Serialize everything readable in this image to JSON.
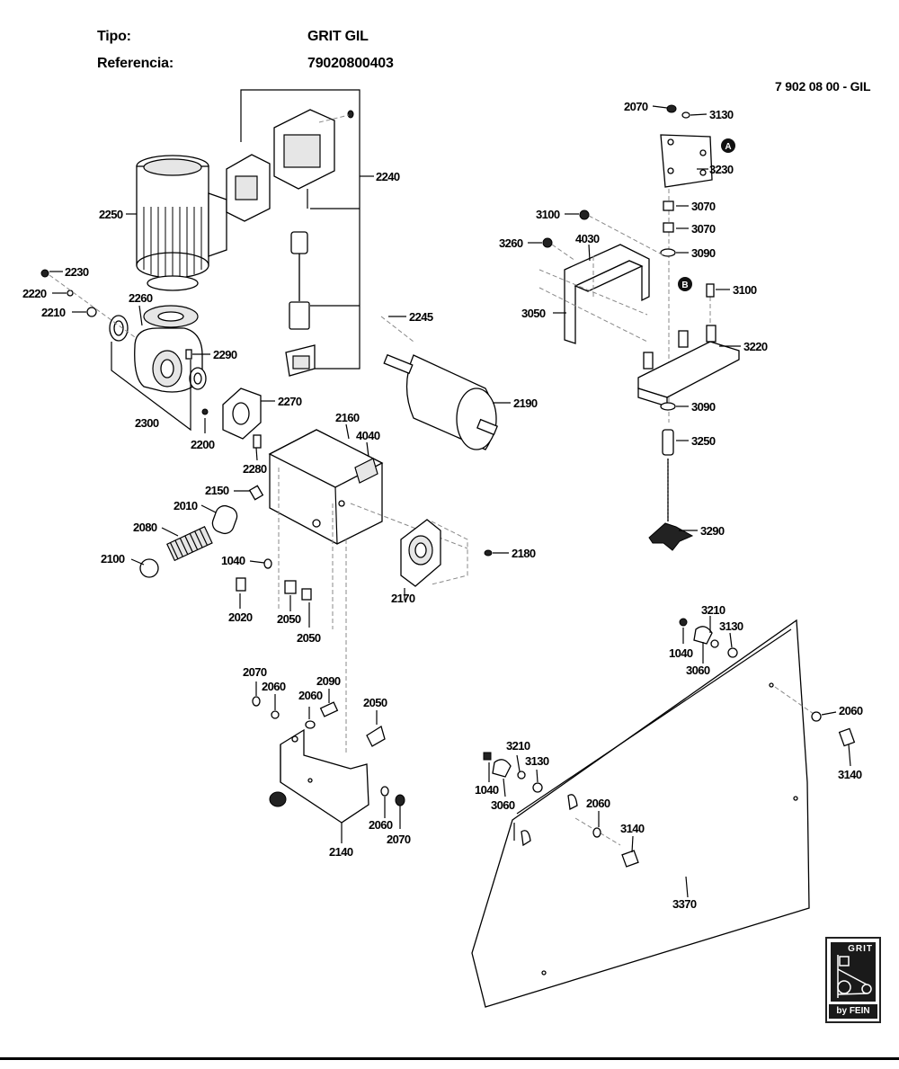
{
  "header": {
    "tipo_label": "Tipo:",
    "tipo_value": "GRIT GIL",
    "ref_label": "Referencia:",
    "ref_value": "79020800403",
    "drawing_number": "7 902 08 00 - GIL"
  },
  "callouts": [
    {
      "id": "c2070a",
      "text": "2070"
    },
    {
      "id": "c3130a",
      "text": "3130"
    },
    {
      "id": "c3230",
      "text": "3230"
    },
    {
      "id": "c3100a",
      "text": "3100"
    },
    {
      "id": "c3070a",
      "text": "3070"
    },
    {
      "id": "c3070b",
      "text": "3070"
    },
    {
      "id": "c3260",
      "text": "3260"
    },
    {
      "id": "c4030",
      "text": "4030"
    },
    {
      "id": "c3090a",
      "text": "3090"
    },
    {
      "id": "c3100b",
      "text": "3100"
    },
    {
      "id": "c3050",
      "text": "3050"
    },
    {
      "id": "c3220",
      "text": "3220"
    },
    {
      "id": "c3090b",
      "text": "3090"
    },
    {
      "id": "c3250",
      "text": "3250"
    },
    {
      "id": "c3290",
      "text": "3290"
    },
    {
      "id": "c2240",
      "text": "2240"
    },
    {
      "id": "c2250",
      "text": "2250"
    },
    {
      "id": "c2230",
      "text": "2230"
    },
    {
      "id": "c2220",
      "text": "2220"
    },
    {
      "id": "c2210",
      "text": "2210"
    },
    {
      "id": "c2260",
      "text": "2260"
    },
    {
      "id": "c2245",
      "text": "2245"
    },
    {
      "id": "c2290",
      "text": "2290"
    },
    {
      "id": "c2190",
      "text": "2190"
    },
    {
      "id": "c2270",
      "text": "2270"
    },
    {
      "id": "c2300",
      "text": "2300"
    },
    {
      "id": "c2200",
      "text": "2200"
    },
    {
      "id": "c2160",
      "text": "2160"
    },
    {
      "id": "c4040",
      "text": "4040"
    },
    {
      "id": "c2280",
      "text": "2280"
    },
    {
      "id": "c2150",
      "text": "2150"
    },
    {
      "id": "c2010",
      "text": "2010"
    },
    {
      "id": "c2080",
      "text": "2080"
    },
    {
      "id": "c2100",
      "text": "2100"
    },
    {
      "id": "c1040a",
      "text": "1040"
    },
    {
      "id": "c2180",
      "text": "2180"
    },
    {
      "id": "c2170",
      "text": "2170"
    },
    {
      "id": "c2020",
      "text": "2020"
    },
    {
      "id": "c2050a",
      "text": "2050"
    },
    {
      "id": "c2050b",
      "text": "2050"
    },
    {
      "id": "c3210a",
      "text": "3210"
    },
    {
      "id": "c3130b",
      "text": "3130"
    },
    {
      "id": "c1040b",
      "text": "1040"
    },
    {
      "id": "c3060a",
      "text": "3060"
    },
    {
      "id": "c2060a",
      "text": "2060"
    },
    {
      "id": "c3140a",
      "text": "3140"
    },
    {
      "id": "c2070b",
      "text": "2070"
    },
    {
      "id": "c2060b",
      "text": "2060"
    },
    {
      "id": "c2060c",
      "text": "2060"
    },
    {
      "id": "c2090",
      "text": "2090"
    },
    {
      "id": "c2050c",
      "text": "2050"
    },
    {
      "id": "c3210b",
      "text": "3210"
    },
    {
      "id": "c3130c",
      "text": "3130"
    },
    {
      "id": "c1040c",
      "text": "1040"
    },
    {
      "id": "c3060b",
      "text": "3060"
    },
    {
      "id": "c2060d",
      "text": "2060"
    },
    {
      "id": "c3140b",
      "text": "3140"
    },
    {
      "id": "c3370",
      "text": "3370"
    },
    {
      "id": "c2060e",
      "text": "2060"
    },
    {
      "id": "c2070c",
      "text": "2070"
    },
    {
      "id": "c2140",
      "text": "2140"
    }
  ],
  "markers": {
    "a": "A",
    "b": "B"
  },
  "logo": {
    "brand": "GRIT",
    "byline": "by FEIN"
  },
  "colors": {
    "ink": "#000000",
    "background": "#ffffff"
  }
}
